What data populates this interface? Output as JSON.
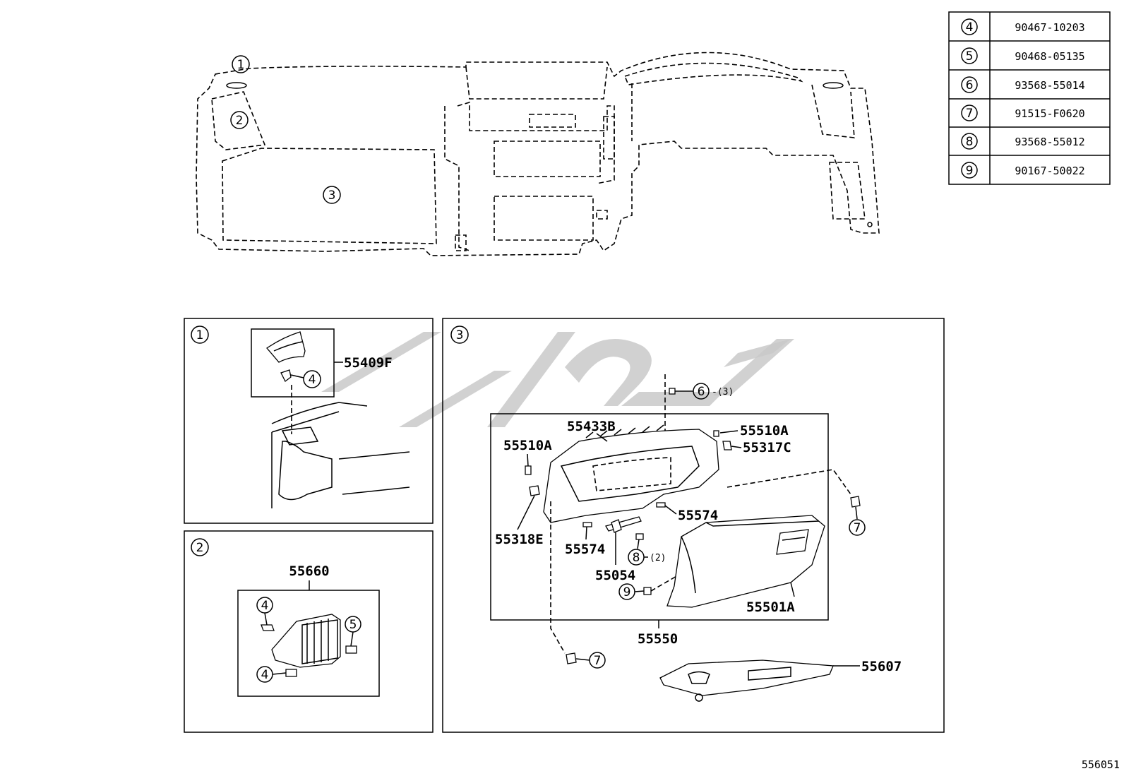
{
  "diagram_code": "556051",
  "reference_table": [
    {
      "ref": "4",
      "part_no": "90467-10203"
    },
    {
      "ref": "5",
      "part_no": "90468-05135"
    },
    {
      "ref": "6",
      "part_no": "93568-55014"
    },
    {
      "ref": "7",
      "part_no": "91515-F0620"
    },
    {
      "ref": "8",
      "part_no": "93568-55012"
    },
    {
      "ref": "9",
      "part_no": "90167-50022"
    }
  ],
  "overview": {
    "callouts": [
      "1",
      "2",
      "3"
    ]
  },
  "panel_1": {
    "index": "1",
    "labels": {
      "vent_cover": "55409F"
    },
    "callouts": {
      "clip": "4"
    }
  },
  "panel_2": {
    "index": "2",
    "labels": {
      "register": "55660"
    },
    "callouts": {
      "clip_top": "4",
      "clip_right": "5",
      "clip_bottom": "4"
    }
  },
  "panel_3": {
    "index": "3",
    "labels": {
      "panel": "55433B",
      "cushion_left": "55510A",
      "cushion_right": "55510A",
      "stopper_right": "55317C",
      "stopper_left": "55318E",
      "pin_right": "55574",
      "pin_left": "55574",
      "damper": "55054",
      "door": "55501A",
      "assembly": "55550",
      "cover": "55607"
    },
    "callouts": {
      "screw_top": "6",
      "screw_top_qty": "-(3)",
      "bolt_right": "7",
      "screw_mid": "8",
      "screw_mid_qty": "(2)",
      "screw_door": "9",
      "bolt_bottom": "7"
    }
  }
}
